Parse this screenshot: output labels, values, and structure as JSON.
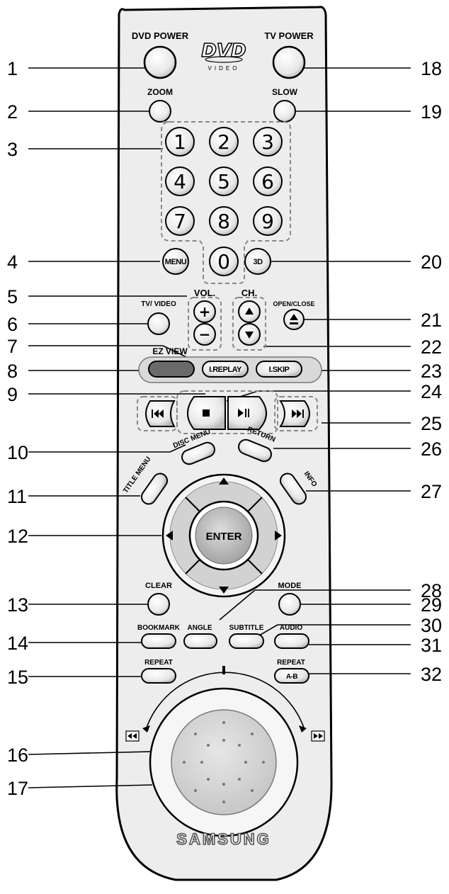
{
  "remote": {
    "labels": {
      "dvd_power": "DVD POWER",
      "tv_power": "TV POWER",
      "dvd_logo": "DVD",
      "dvd_logo_sub": "VIDEO",
      "zoom": "ZOOM",
      "slow": "SLOW",
      "menu": "MENU",
      "three_d": "3D",
      "vol": "VOL.",
      "ch": "CH.",
      "tv_video": "TV/ VIDEO",
      "open_close": "OPEN/CLOSE",
      "ez_view": "EZ VIEW",
      "ireplay": "I.REPLAY",
      "iskip": "I.SKIP",
      "disc_menu": "DISC MENU",
      "return": "RETURN",
      "title_menu": "TITLE MENU",
      "info": "INFO",
      "enter": "ENTER",
      "clear": "CLEAR",
      "mode": "MODE",
      "bookmark": "BOOKMARK",
      "angle": "ANGLE",
      "subtitle": "SUBTITLE",
      "audio": "AUDIO",
      "repeat": "REPEAT",
      "repeat_ab_top": "REPEAT",
      "repeat_ab": "A-B",
      "brand": "SAMSUNG"
    },
    "digits": [
      "1",
      "2",
      "3",
      "4",
      "5",
      "6",
      "7",
      "8",
      "9",
      "0"
    ],
    "vol_symbols": [
      "+",
      "−"
    ]
  },
  "callouts": [
    "1",
    "2",
    "3",
    "4",
    "5",
    "6",
    "7",
    "8",
    "9",
    "10",
    "11",
    "12",
    "13",
    "14",
    "15",
    "16",
    "17",
    "18",
    "19",
    "20",
    "21",
    "22",
    "23",
    "24",
    "25",
    "26",
    "27",
    "28",
    "29",
    "30",
    "31",
    "32"
  ]
}
